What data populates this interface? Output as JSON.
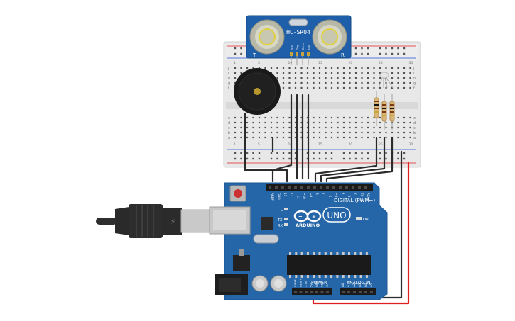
{
  "sensor": {
    "model": "HC-SR04",
    "left_mark": "T",
    "right_mark": "R",
    "pins": [
      "Vcc",
      "Trig",
      "Echo",
      "Gnd"
    ]
  },
  "arduino": {
    "brand": "ARDUINO",
    "model": "UNO",
    "digital_header": "DIGITAL (PWM~)",
    "power_header": "POWER",
    "analog_header": "ANALOG IN",
    "on_label": "ON",
    "tx_label": "TX",
    "rx_label": "RX",
    "l_label": "L",
    "top_pins": [
      "AREF",
      "GND",
      "13",
      "12",
      "~11",
      "~10",
      "~9",
      "8",
      "7",
      "~6",
      "~5",
      "4",
      "~3",
      "2",
      "TX→1",
      "RX←0"
    ],
    "power_pins": [
      "IOREF",
      "RESET",
      "3.3V",
      "5V",
      "GND",
      "GND",
      "Vin"
    ],
    "analog_pins": [
      "A0",
      "A1",
      "A2",
      "A3",
      "A4",
      "A5"
    ]
  },
  "breadboard": {
    "row_letters_top": [
      "j",
      "i",
      "h",
      "g",
      "f"
    ],
    "row_letters_bottom": [
      "e",
      "d",
      "c",
      "b",
      "a"
    ],
    "column_numbers": [
      "1",
      "5",
      "10",
      "15",
      "20",
      "25",
      "30"
    ]
  },
  "colors": {
    "board": "#2566a8",
    "sensor_board": "#1f5ea8",
    "breadboard": "#e9e9e9",
    "wire_dark": "#2b2b2b",
    "wire_red": "#e02020",
    "buzzer": "#1a1a1a"
  }
}
